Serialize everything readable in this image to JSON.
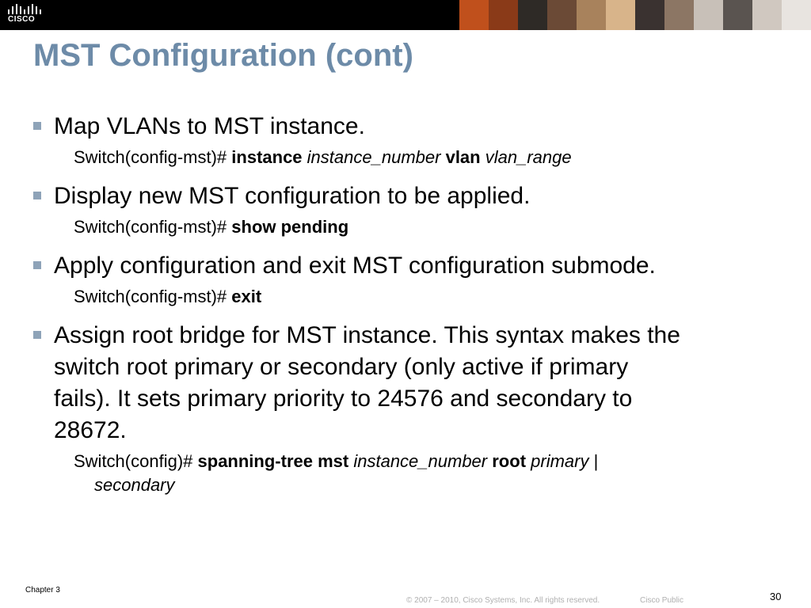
{
  "header": {
    "logo_text": "CISCO",
    "photo_colors": [
      "#c0501c",
      "#8a3a18",
      "#2e2a26",
      "#6b4a36",
      "#a8825c",
      "#d8b48a",
      "#3a3230",
      "#8c7664",
      "#c8c0b8",
      "#5a5450",
      "#d0c8c0",
      "#e8e4e0"
    ]
  },
  "title": "MST Configuration (cont)",
  "bullets": [
    {
      "text": "Map VLANs to MST instance.",
      "cmd": {
        "prompt": "Switch(config-mst)# ",
        "parts": [
          {
            "t": "instance",
            "s": "b"
          },
          {
            "t": " ",
            "s": ""
          },
          {
            "t": "instance_number",
            "s": "i"
          },
          {
            "t": " ",
            "s": ""
          },
          {
            "t": "vlan",
            "s": "b"
          },
          {
            "t": " ",
            "s": ""
          },
          {
            "t": "vlan_range",
            "s": "i"
          }
        ]
      }
    },
    {
      "text": "Display new MST configuration to be applied.",
      "cmd": {
        "prompt": "Switch(config-mst)# ",
        "parts": [
          {
            "t": "show pending",
            "s": "b"
          }
        ]
      }
    },
    {
      "text": "Apply configuration and exit MST configuration submode.",
      "cmd": {
        "prompt": "Switch(config-mst)# ",
        "parts": [
          {
            "t": "exit",
            "s": "b"
          }
        ]
      }
    },
    {
      "text_lines": [
        "Assign root bridge for MST instance. This syntax makes the",
        "switch root primary or secondary (only active if primary",
        "fails). It sets primary priority to 24576 and secondary to",
        "28672."
      ],
      "cmd": {
        "prompt": "Switch(config)# ",
        "parts": [
          {
            "t": "spanning-tree mst",
            "s": "b"
          },
          {
            "t": " ",
            "s": ""
          },
          {
            "t": "instance_number",
            "s": "i"
          },
          {
            "t": " ",
            "s": ""
          },
          {
            "t": "root",
            "s": "b"
          },
          {
            "t": " ",
            "s": ""
          },
          {
            "t": "primary",
            "s": "i"
          },
          {
            "t": " |",
            "s": ""
          }
        ],
        "wrap": {
          "t": "secondary",
          "s": "i"
        }
      }
    }
  ],
  "footer": {
    "chapter": "Chapter 3",
    "copyright": "© 2007 – 2010, Cisco Systems, Inc. All rights reserved.",
    "classification": "Cisco Public",
    "page_number": "30"
  },
  "colors": {
    "title": "#6d8ba8",
    "bullet_marker": "#8ea3b8"
  }
}
